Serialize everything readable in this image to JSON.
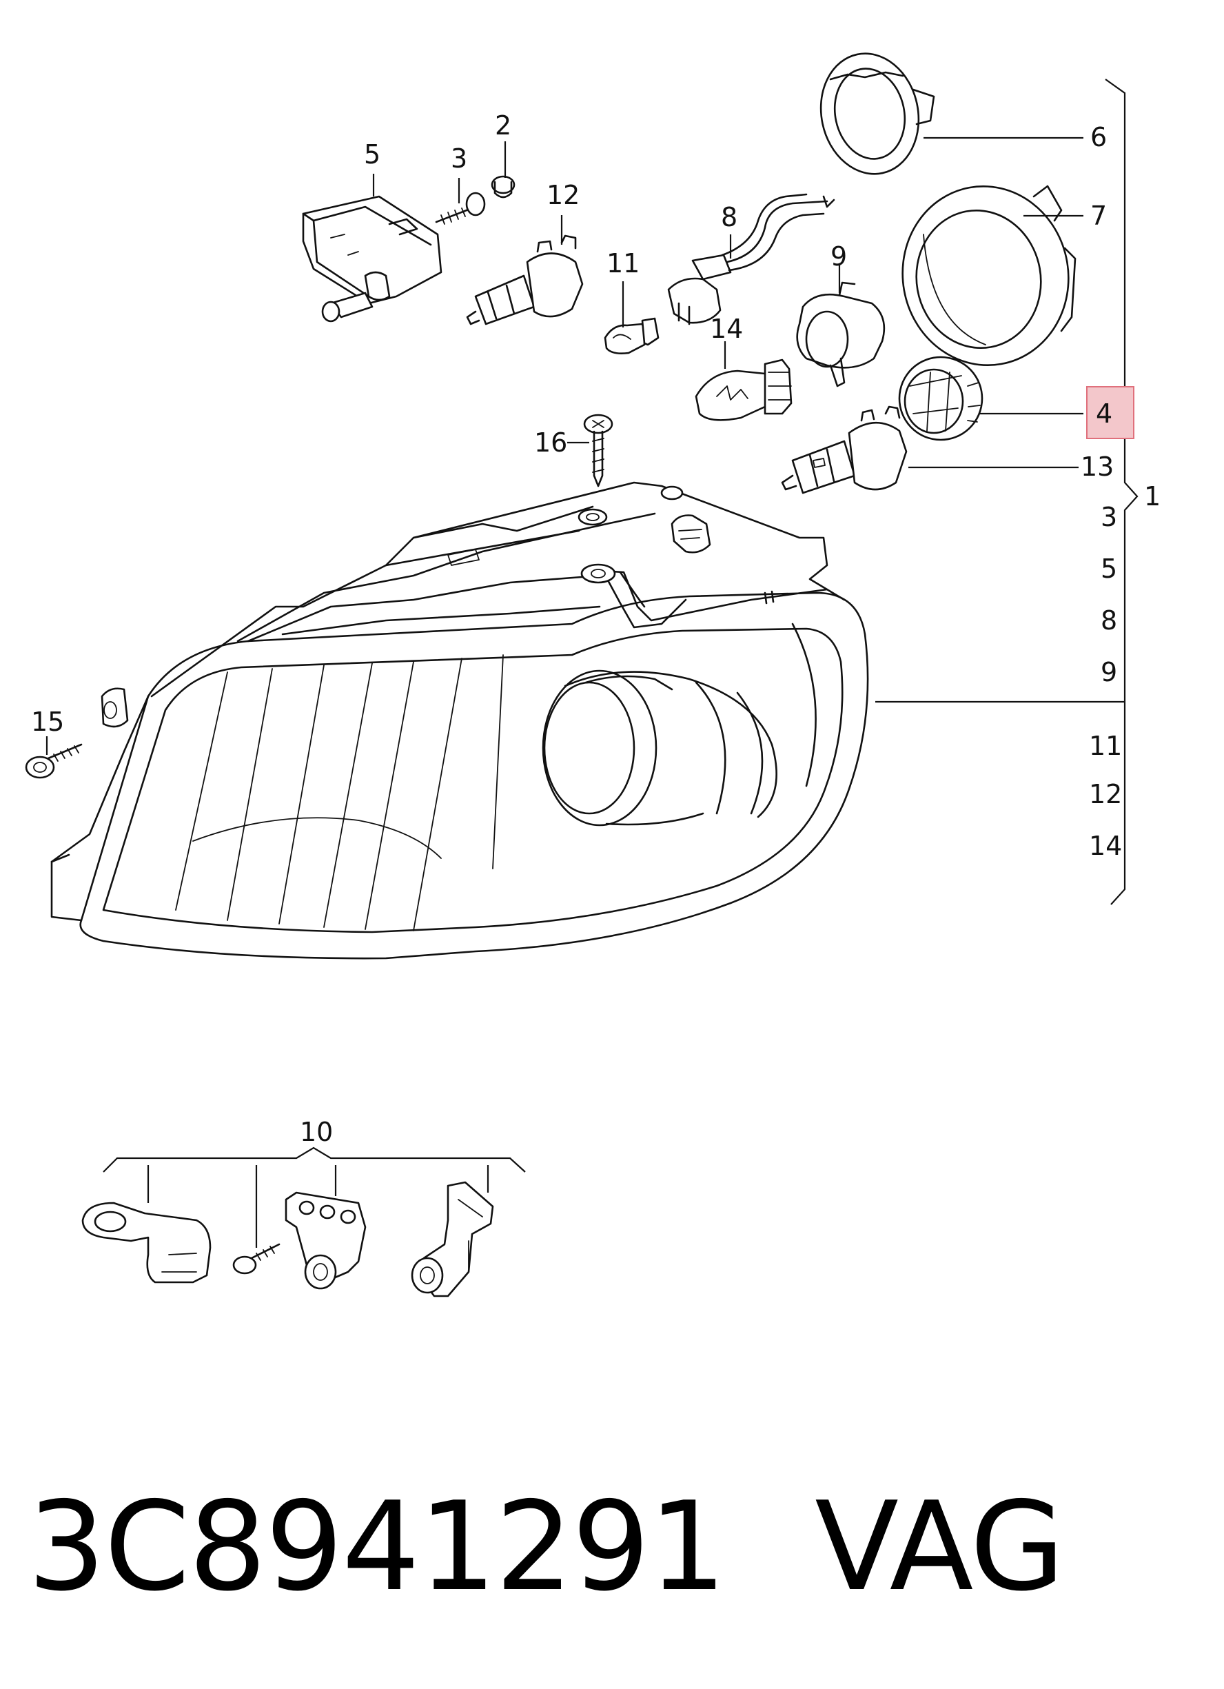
{
  "callouts": {
    "n1": "1",
    "n2": "2",
    "n3": "3",
    "n4": "4",
    "n5": "5",
    "n6": "6",
    "n7": "7",
    "n8": "8",
    "n9": "9",
    "n10": "10",
    "n11": "11",
    "n12": "12",
    "n13": "13",
    "n14": "14",
    "n15": "15",
    "n16": "16"
  },
  "group_list": [
    "3",
    "5",
    "8",
    "9",
    "11",
    "12",
    "14"
  ],
  "highlighted_callout": "4",
  "highlight_color": "#f3c7cb",
  "highlight_border": "#e0707c",
  "footer": {
    "part_number": "3C8941291",
    "brand": "VAG"
  }
}
